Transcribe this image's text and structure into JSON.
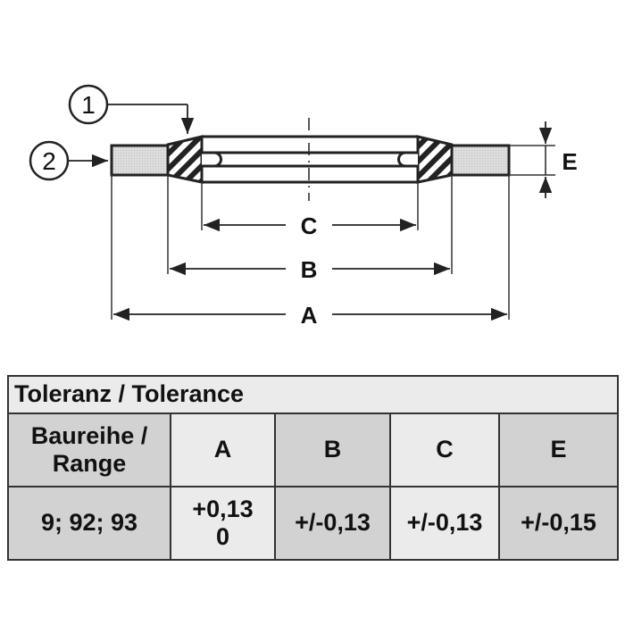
{
  "drawing": {
    "callouts": [
      "1",
      "2"
    ],
    "dimensions": [
      "A",
      "B",
      "C",
      "E"
    ]
  },
  "table": {
    "title": "Toleranz / Tolerance",
    "headers": [
      "Baureihe /",
      "Range",
      "A",
      "B",
      "C",
      "E"
    ],
    "row": {
      "range": "9; 92; 93",
      "A_upper": "+0,13",
      "A_lower": "0",
      "B": "+/-0,13",
      "C": "+/-0,13",
      "E": "+/-0,15"
    }
  }
}
